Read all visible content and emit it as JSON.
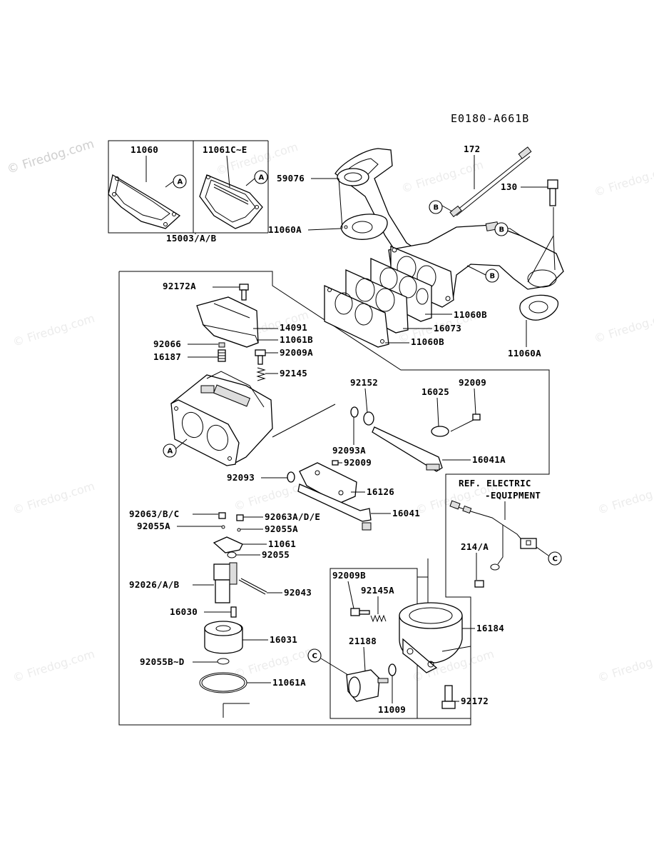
{
  "diagram_ref": "E0180-A661B",
  "watermark": "© Firedog.com",
  "callouts": {
    "A": "A",
    "B": "B",
    "C": "C"
  },
  "labels": {
    "p11060": "11060",
    "p11061c_e": "11061C~E",
    "p15003": "15003/A/B",
    "p59076": "59076",
    "p172": "172",
    "p130": "130",
    "p11060a_top": "11060A",
    "p11060b_1": "11060B",
    "p16073": "16073",
    "p11060b_2": "11060B",
    "p11060a_right": "11060A",
    "p92172a": "92172A",
    "p14091": "14091",
    "p11061b": "11061B",
    "p92066": "92066",
    "p16187": "16187",
    "p92009a": "92009A",
    "p92145": "92145",
    "p92152": "92152",
    "p16025": "16025",
    "p92009_top": "92009",
    "p92093a": "92093A",
    "p16041a": "16041A",
    "p92009_mid": "92009",
    "p92093": "92093",
    "p16126": "16126",
    "p92063bc": "92063/B/C",
    "p92063ade": "92063A/D/E",
    "p16041": "16041",
    "p92055a_l": "92055A",
    "p92055a_r": "92055A",
    "p11061": "11061",
    "p92055": "92055",
    "p92026": "92026/A/B",
    "p92043": "92043",
    "p16030": "16030",
    "p16031": "16031",
    "p92055bd": "92055B~D",
    "p11061a": "11061A",
    "ref_electric_1": "REF. ELECTRIC",
    "ref_electric_2": "-EQUIPMENT",
    "p214a": "214/A",
    "p92009b": "92009B",
    "p92145a": "92145A",
    "p16184": "16184",
    "p21188": "21188",
    "p11009": "11009",
    "p92172": "92172"
  }
}
